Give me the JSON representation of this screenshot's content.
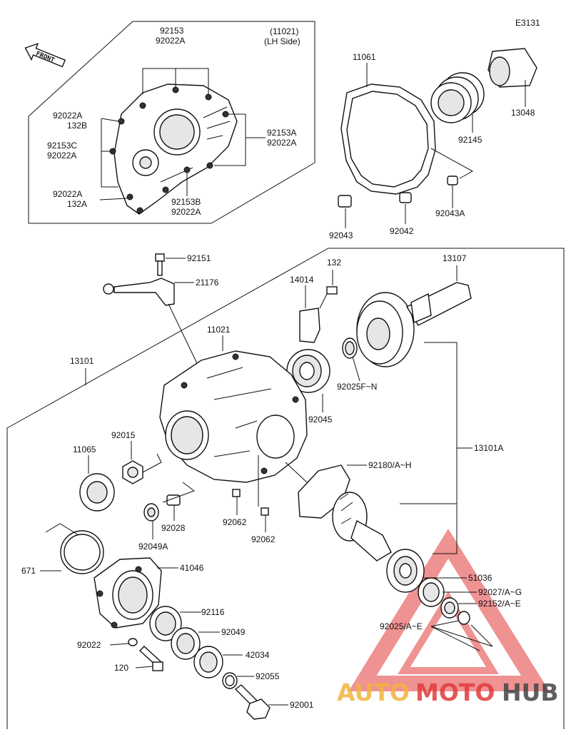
{
  "diagram": {
    "code": "E3131",
    "front_label": "FRONT",
    "inset": {
      "header_number": "(11021)",
      "header_side": "(LH Side)",
      "labels": {
        "top_1": "92153",
        "top_2": "92022A",
        "left_a_1": "92022A",
        "left_a_2": "132B",
        "left_b_1": "92153C",
        "left_b_2": "92022A",
        "left_c_1": "92022A",
        "left_c_2": "132A",
        "right_a_1": "92153A",
        "right_a_2": "92022A",
        "bottom_1": "92153B",
        "bottom_2": "92022A"
      }
    },
    "labels": {
      "p11061": "11061",
      "p13048": "13048",
      "p92145": "92145",
      "p92043": "92043",
      "p92042": "92042",
      "p92043A": "92043A",
      "p92151": "92151",
      "p21176": "21176",
      "p132": "132",
      "p14014": "14014",
      "p13107": "13107",
      "p11021": "11021",
      "p13101": "13101",
      "p92025FN": "92025F~N",
      "p92045": "92045",
      "p92015": "92015",
      "p11065": "11065",
      "p13101A": "13101A",
      "p92180": "92180/A~H",
      "p92028": "92028",
      "p92049A": "92049A",
      "p92062a": "92062",
      "p92062b": "92062",
      "p671": "671",
      "p41046": "41046",
      "p51036": "51036",
      "p92027": "92027/A~G",
      "p92152": "92152/A~E",
      "p92116": "92116",
      "p92025AE": "92025/A~E",
      "p92049": "92049",
      "p92022": "92022",
      "p42034": "42034",
      "p120": "120",
      "p92055": "92055",
      "p92001": "92001"
    },
    "watermark": {
      "part1": "AUTO",
      "part2": "MOTO",
      "part3": "HUB",
      "color_accent": "#f2b33d",
      "color_red": "#e23a3a",
      "color_dark": "#444444"
    }
  }
}
